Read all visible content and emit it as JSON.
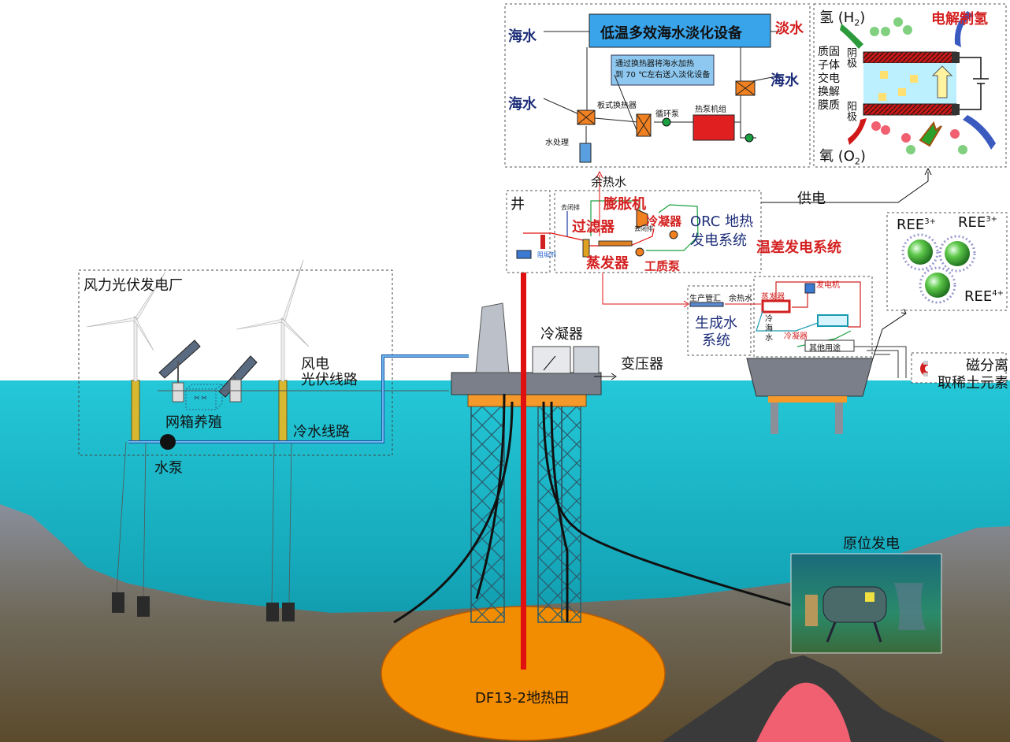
{
  "labels": {
    "desal_title": "低温多效海水淡化设备",
    "fresh_water": "淡水",
    "seawater_out": "海水",
    "seawater_in_left": "海水",
    "seawater_in_right": "海水",
    "heat_note": "通过换热器将海水加热\n到 70 ℃左右送入淡化设备",
    "plate_hx": "板式换热器",
    "circ_pump": "循环泵",
    "heat_pump_unit": "热泵机组",
    "water_treatment": "水处理",
    "hydrogen": "氢 (H",
    "hydrogen_sub": "2",
    "hydrogen_close": ")",
    "electrolysis_title": "电解制氢",
    "pem_desc": "质固\n子体\n交电\n换解\n膜质",
    "cathode": "阴极",
    "anode": "阳极",
    "oxygen": "氧 (O",
    "oxygen_sub": "2",
    "oxygen_close": ")",
    "waste_heat_water": "余热水",
    "power_supply": "供电",
    "well": "井",
    "expander": "膨胀机",
    "filter": "过滤器",
    "condenser_orc": "冷凝器",
    "orc_system": "ORC 地热\n发电系统",
    "evaporator": "蒸发器",
    "working_pump": "工质泵",
    "thermo_system": "温差发电系统",
    "production_manifold": "生产管汇",
    "waste_heat_water2": "余热水",
    "produced_water": "生成水\n系统",
    "teg_evaporator": "蒸发器",
    "teg_generator": "发电机",
    "teg_cold_seawater": "冷\n海\n水",
    "teg_condenser": "冷凝器",
    "teg_other": "其他用途",
    "ree3a": "REE",
    "ree3a_sup": "3+",
    "ree3b": "REE",
    "ree3b_sup": "3+",
    "ree4": "REE",
    "ree4_sup": "4+",
    "magnetic": "磁分离\n取稀土元素",
    "wind_pv_plant": "风力光伏发电厂",
    "wind_pv_line": "风电\n光伏线路",
    "net_cage": "网箱养殖",
    "cold_water_line": "冷水线路",
    "water_pump": "水泵",
    "condenser_platform": "冷凝器",
    "transformer": "变压器",
    "in_situ": "原位发电",
    "geothermal_field": "DF13-2地热田",
    "outlet_small": "去闭排",
    "outlet_small2": "去闭排",
    "valve_small": "阻垢剂"
  },
  "colors": {
    "sea": "#1fc4d4",
    "sea_deep": "#0e8fa0",
    "seabed": "#7a7f8c",
    "field": "#f08c00",
    "pipe_red": "#e01010",
    "accent_blue": "#1f2f7a",
    "accent_red": "#d42020",
    "desal_box": "#4aa8e8"
  }
}
